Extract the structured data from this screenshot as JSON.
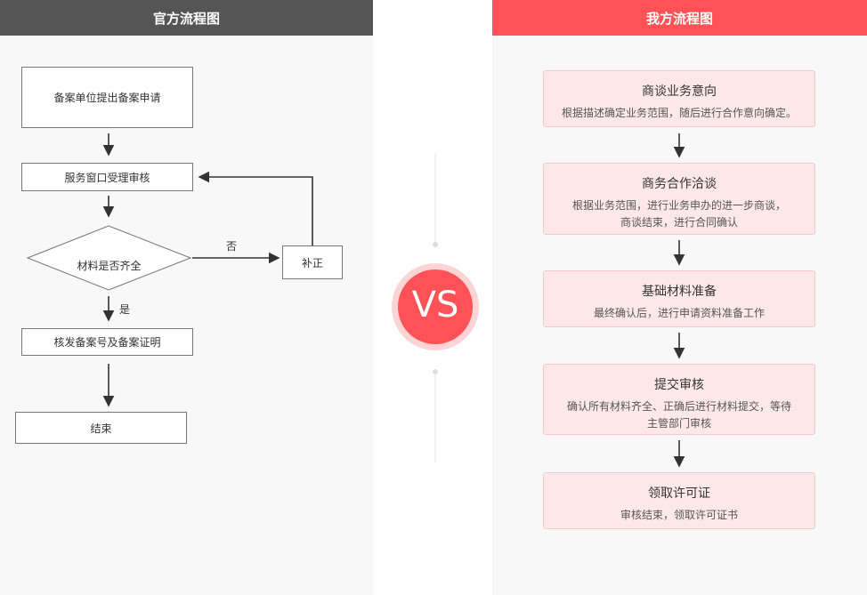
{
  "official": {
    "title": "官方流程图",
    "steps": [
      "备案单位提出备案申请",
      "服务窗口受理审核",
      "材料是否齐全",
      "核发备案号及备案证明",
      "结束"
    ],
    "fix": "补正",
    "no": "否",
    "yes": "是"
  },
  "vs": "VS",
  "ours": {
    "title": "我方流程图",
    "steps": [
      {
        "title": "商谈业务意向",
        "desc": "根据描述确定业务范围，随后进行合作意向确定。"
      },
      {
        "title": "商务合作洽谈",
        "desc": "根据业务范围，进行业务申办的进一步商谈，商谈结束，进行合同确认"
      },
      {
        "title": "基础材料准备",
        "desc": "最终确认后，进行申请资料准备工作"
      },
      {
        "title": "提交审核",
        "desc": "确认所有材料齐全、正确后进行材料提交，等待主管部门审核"
      },
      {
        "title": "领取许可证",
        "desc": "审核结束，领取许可证书"
      }
    ]
  },
  "colors": {
    "left_header": "#555555",
    "right_header": "#ff5256",
    "vs": "#ff5256"
  }
}
